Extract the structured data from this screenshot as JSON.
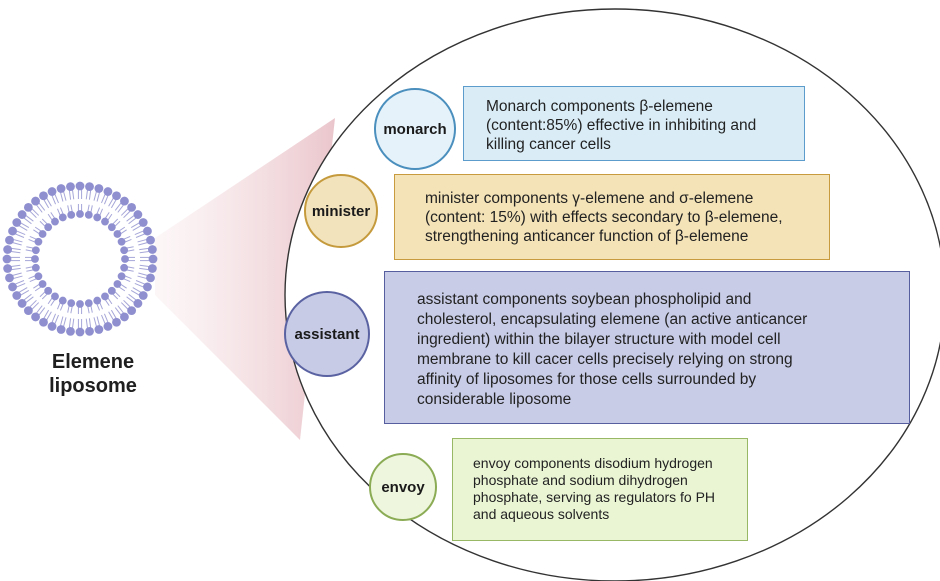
{
  "liposome": {
    "label_line1": "Elemene",
    "label_line2": "liposome"
  },
  "roles": {
    "monarch": {
      "name": "monarch",
      "lines": [
        "Monarch components β-elemene",
        "(content:85%) effective in inhibiting and",
        "killing cancer cells"
      ]
    },
    "minister": {
      "name": "minister",
      "lines": [
        "minister components γ-elemene and σ-elemene",
        "(content: 15%) with effects secondary to β-elemene,",
        "strengthening anticancer function of β-elemene"
      ]
    },
    "assistant": {
      "name": "assistant",
      "lines": [
        "assistant components soybean phospholipid and",
        "cholesterol, encapsulating elemene (an active anticancer",
        "ingredient) within the bilayer structure with model cell",
        "membrane to kill cacer cells precisely relying on strong",
        "affinity of liposomes for those cells surrounded by",
        "considerable liposome"
      ]
    },
    "envoy": {
      "name": "envoy",
      "lines": [
        "envoy components disodium hydrogen",
        "phosphate and sodium dihydrogen",
        "phosphate, serving as regulators fo PH",
        "and aqueous solvents"
      ]
    }
  },
  "colors": {
    "monarch": "#daedf7",
    "minister": "#f4e3b7",
    "assistant": "#c8cce6",
    "envoy": "#eaf5d4",
    "liposome": "#8f8fd0",
    "wedge": "#ecc9cf"
  }
}
